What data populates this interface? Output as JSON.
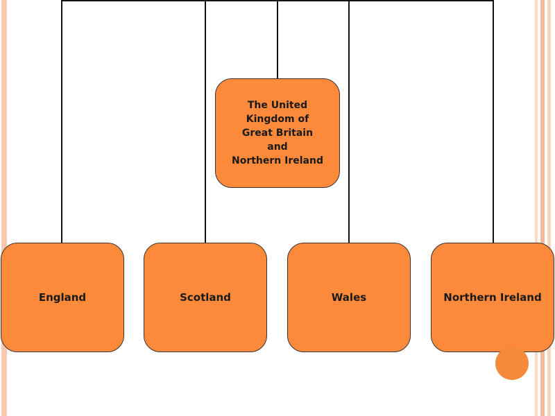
{
  "diagram": {
    "root": {
      "label": "The United\nKingdom of\nGreat Britain\nand\nNorthern Ireland"
    },
    "children": [
      {
        "label": "England"
      },
      {
        "label": "Scotland"
      },
      {
        "label": "Wales"
      },
      {
        "label": "Northern Ireland"
      }
    ]
  },
  "colors": {
    "node_fill": "#fd8a3a",
    "connector": "#111111",
    "accent_stripe": "#f9c8b0"
  }
}
